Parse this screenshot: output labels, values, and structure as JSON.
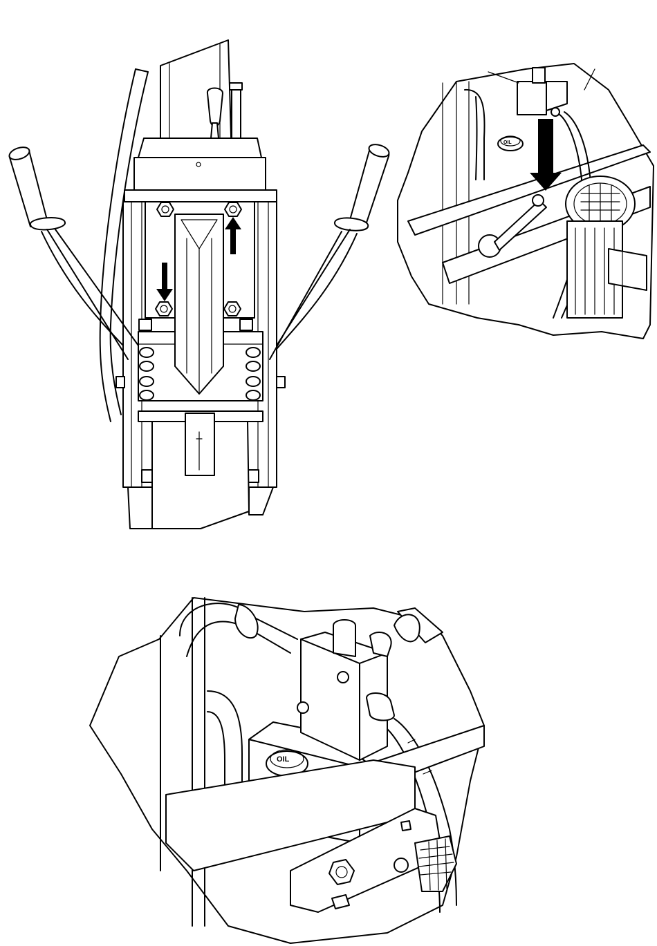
{
  "figure": {
    "background": "#ffffff",
    "line_color": "#000000",
    "panels": [
      {
        "id": "front-view",
        "description_icon": "log-splitter-wedge-icon"
      },
      {
        "id": "valve-detail-top",
        "description_icon": "hydraulic-valve-icon"
      },
      {
        "id": "valve-detail-bottom",
        "description_icon": "oil-tank-icon"
      }
    ],
    "labels": {
      "oil_cap_top": "OIL",
      "oil_cap_bottom": "OIL"
    }
  }
}
